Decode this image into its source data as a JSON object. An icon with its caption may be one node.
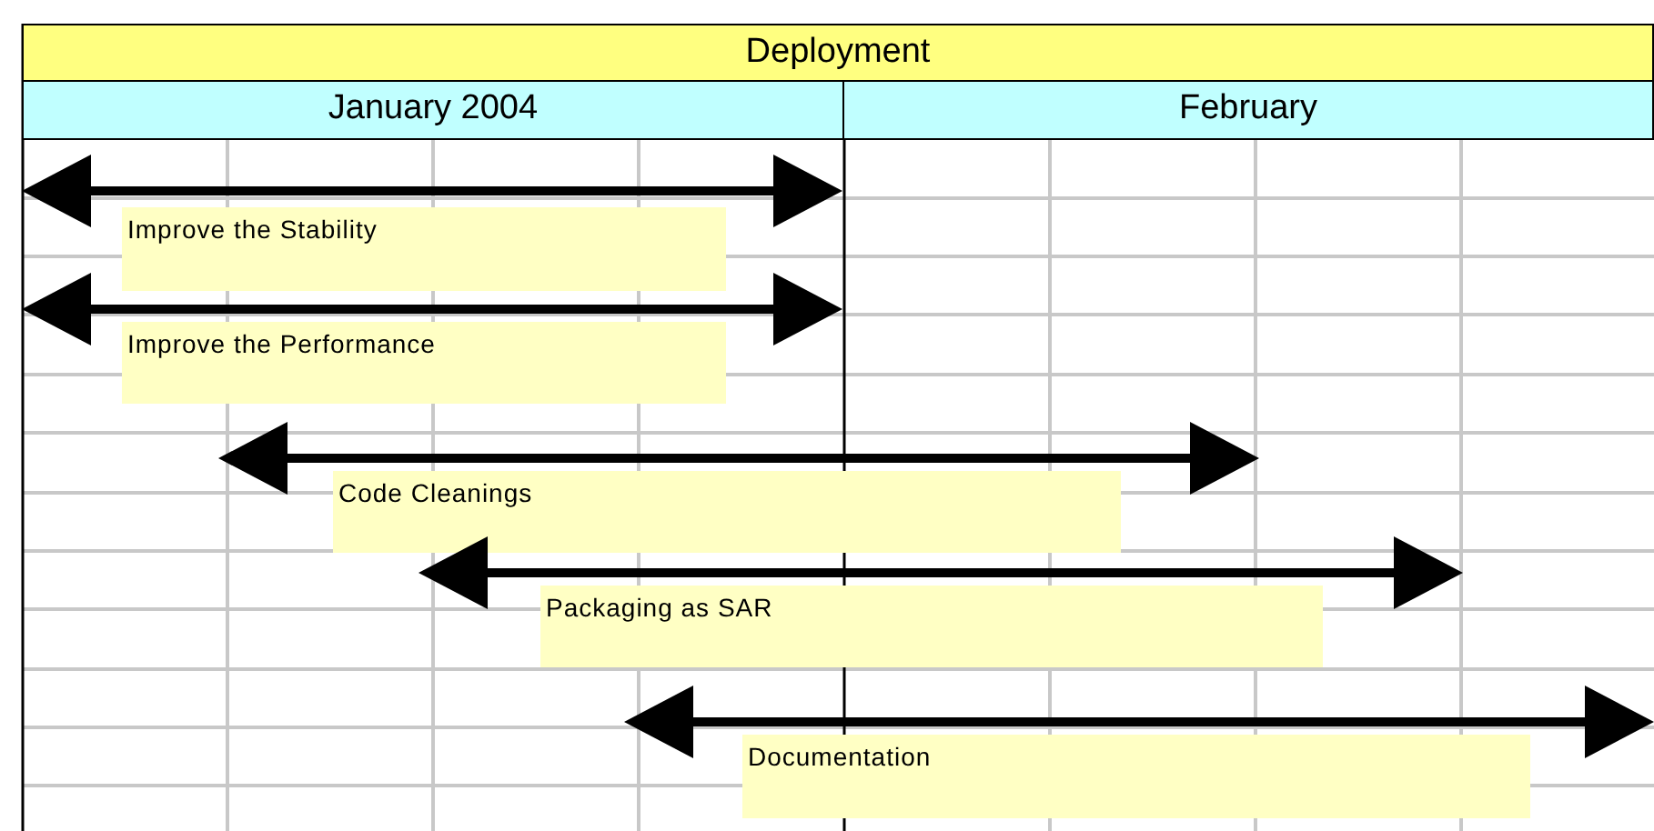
{
  "diagram": {
    "nodes": [
      {
        "text": [
          "Deployment"
        ]
      },
      {
        "text": [
          "January 2004"
        ]
      },
      {
        "text": [
          "February"
        ]
      },
      {
        "text": [
          "Improve the Stability"
        ]
      },
      {
        "text": [
          "Improve the Performance"
        ]
      },
      {
        "text": [
          "Code Cleanings"
        ]
      },
      {
        "text": [
          "Packaging as SAR"
        ]
      },
      {
        "text": [
          "Documentation"
        ]
      }
    ]
  }
}
